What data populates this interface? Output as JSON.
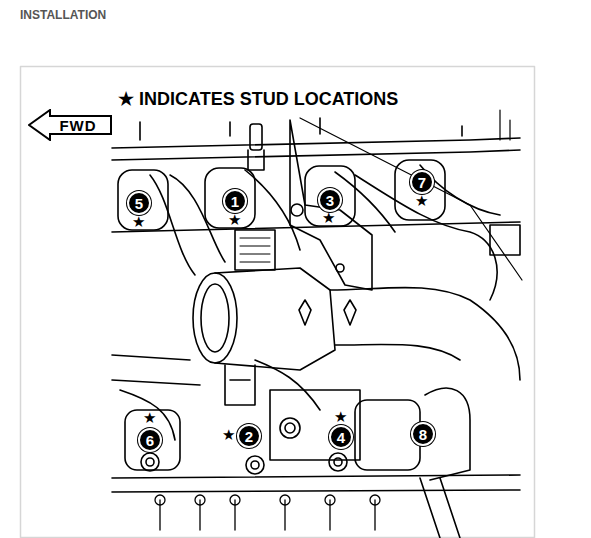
{
  "diagram": {
    "title": "INSTALLATION",
    "nodes": [
      {
        "text": [
          "FWD"
        ]
      },
      {
        "text": [
          "5"
        ]
      },
      {
        "text": [
          "1"
        ]
      },
      {
        "text": [
          "3"
        ]
      },
      {
        "text": [
          "7"
        ]
      },
      {
        "text": [
          "6"
        ]
      },
      {
        "text": [
          "2"
        ]
      },
      {
        "text": [
          "4"
        ]
      },
      {
        "text": [
          "8"
        ]
      }
    ],
    "labels": [
      "★ INDICATES STUD LOCATIONS",
      "★",
      "★",
      "★",
      "★",
      "★",
      "★",
      "★"
    ]
  }
}
